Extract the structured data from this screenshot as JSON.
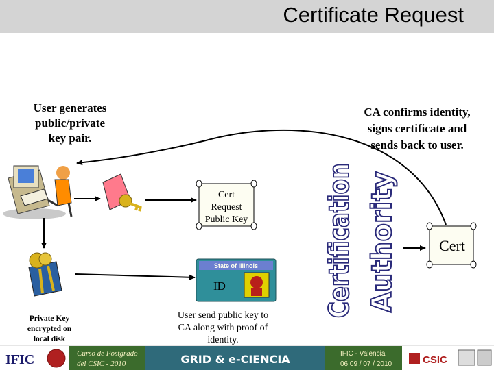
{
  "slide": {
    "title": "Certificate Request"
  },
  "labels": {
    "user_generates": [
      "User generates",
      "public/private",
      "key pair."
    ],
    "ca_confirms": [
      "CA confirms identity,",
      "signs certificate and",
      "sends back to user."
    ],
    "ca_vertical": [
      "Certification",
      "Authority"
    ],
    "cert_request": [
      "Cert",
      "Request",
      "Public Key"
    ],
    "cert": "Cert",
    "id_card_header": "State of Illinois",
    "id_card_label": "ID",
    "private_key": [
      "Private Key",
      "encrypted on",
      "local disk"
    ],
    "user_send": [
      "User send public key to",
      "CA along with proof of",
      "identity."
    ]
  },
  "footer": {
    "logo_left": "IFIC",
    "course_line1": "Curso de Postgrado",
    "course_line2": "del CSIC - 2010",
    "banner": "GRID & e-CIENCIA",
    "location": "IFIC - Valencia",
    "dates": "06.09 / 07 / 2010",
    "logo_right": "CSIC"
  },
  "colors": {
    "title_bar": "#d4d4d4",
    "ca_text": "#2a2a7a",
    "id_card": "#2f8f9a",
    "key_envelope": "#ff7a8c",
    "key_gold": "#d9b21c",
    "footer_bg": "#2a5a2a"
  }
}
